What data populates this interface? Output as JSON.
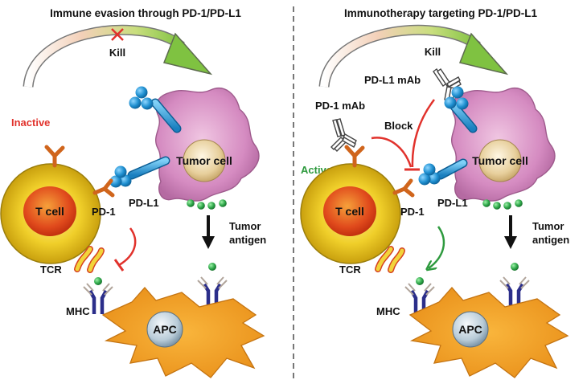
{
  "left_panel": {
    "title": "Immune evasion through PD-1/PD-L1",
    "kill_label": "Kill",
    "state_label": "Inactive",
    "tumor_cell": "Tumor cell",
    "t_cell": "T cell",
    "pd1": "PD-1",
    "pdl1": "PD-L1",
    "tumor_antigen_line1": "Tumor",
    "tumor_antigen_line2": "antigen",
    "tcr": "TCR",
    "mhc": "MHC",
    "apc": "APC"
  },
  "right_panel": {
    "title": "Immunotherapy targeting PD-1/PD-L1",
    "kill_label": "Kill",
    "pdl1_mab": "PD-L1 mAb",
    "pd1_mab": "PD-1 mAb",
    "block_label": "Block",
    "state_label": "Active",
    "tumor_cell": "Tumor cell",
    "t_cell": "T cell",
    "pd1": "PD-1",
    "pdl1": "PD-L1",
    "tumor_antigen_line1": "Tumor",
    "tumor_antigen_line2": "antigen",
    "tcr": "TCR",
    "mhc": "MHC",
    "apc": "APC"
  },
  "colors": {
    "inhibition_red": "#e1322c",
    "activation_green": "#2e9a3e",
    "t_cell_yellow": "#e8c21e",
    "tumor_pink": "#c97ab0",
    "receptor_blue": "#1e8fd0",
    "apc_orange": "#f0a020",
    "antigen_green": "#2ea84a"
  }
}
